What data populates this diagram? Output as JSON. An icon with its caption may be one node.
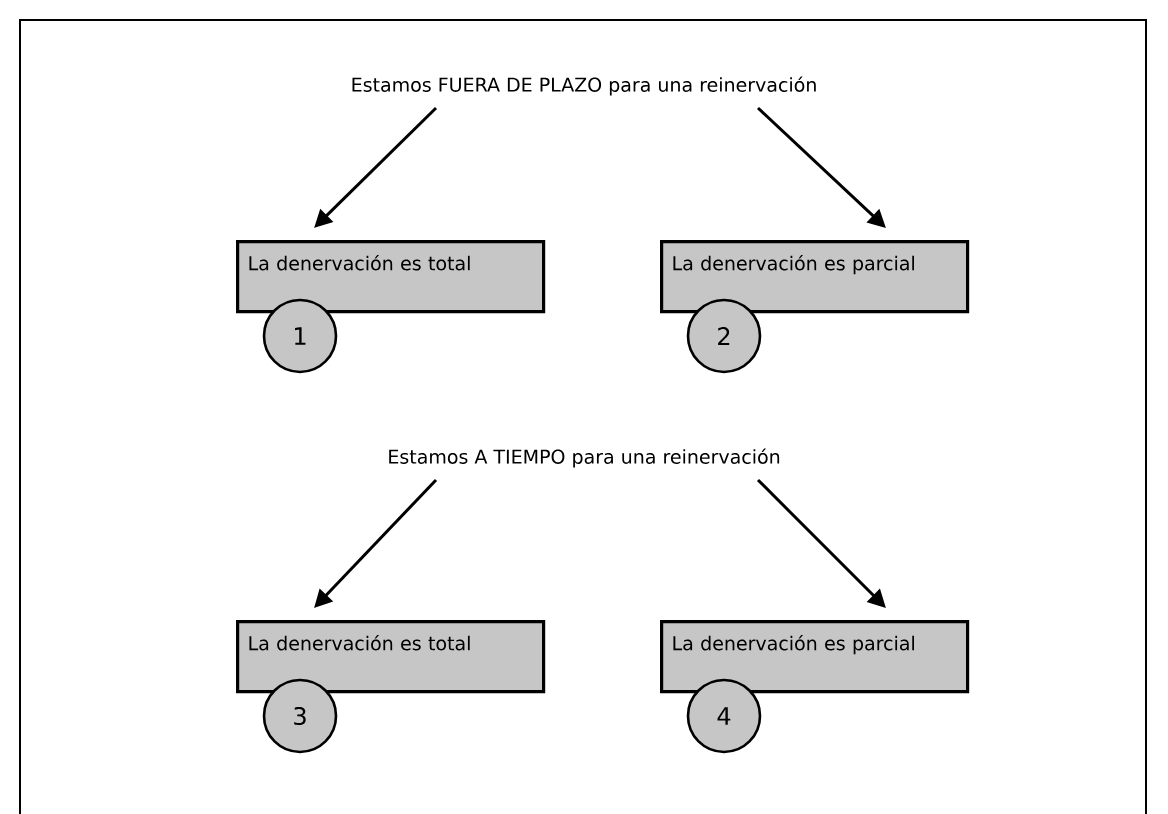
{
  "diagram": {
    "nodes": [
      {
        "text": [
          "Estamos FUERA DE PLAZO para una reinervación"
        ]
      },
      {
        "text": [
          "La denervación es total"
        ]
      },
      {
        "text": [
          "1"
        ]
      },
      {
        "text": [
          "La denervación es parcial"
        ]
      },
      {
        "text": [
          "2"
        ]
      },
      {
        "text": [
          "Estamos A TIEMPO para una reinervación"
        ]
      },
      {
        "text": [
          "La denervación es total"
        ]
      },
      {
        "text": [
          "3"
        ]
      },
      {
        "text": [
          "La denervación es parcial"
        ]
      },
      {
        "text": [
          "4"
        ]
      }
    ],
    "edges": [
      {
        "from": 0,
        "to": 1,
        "arrow": "to"
      },
      {
        "from": 0,
        "to": 3,
        "arrow": "to"
      },
      {
        "from": 5,
        "to": 6,
        "arrow": "to"
      },
      {
        "from": 5,
        "to": 8,
        "arrow": "to"
      }
    ]
  }
}
